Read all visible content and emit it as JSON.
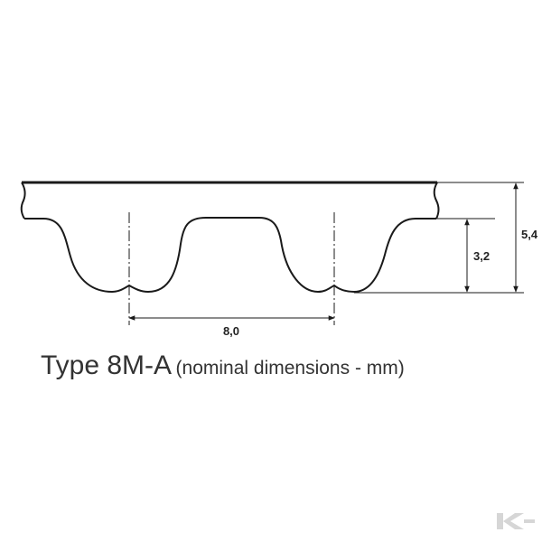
{
  "diagram": {
    "pitch_label": "8,0",
    "tooth_height_label": "3,2",
    "total_height_label": "5,4"
  },
  "caption": {
    "main": "Type 8M-A",
    "sub": "(nominal dimensions - mm)"
  },
  "logo": {
    "icon": "brand-k-logo-icon",
    "color": "#d6d6d6"
  },
  "colors": {
    "line": "#1a1a1a",
    "text": "#333333"
  }
}
